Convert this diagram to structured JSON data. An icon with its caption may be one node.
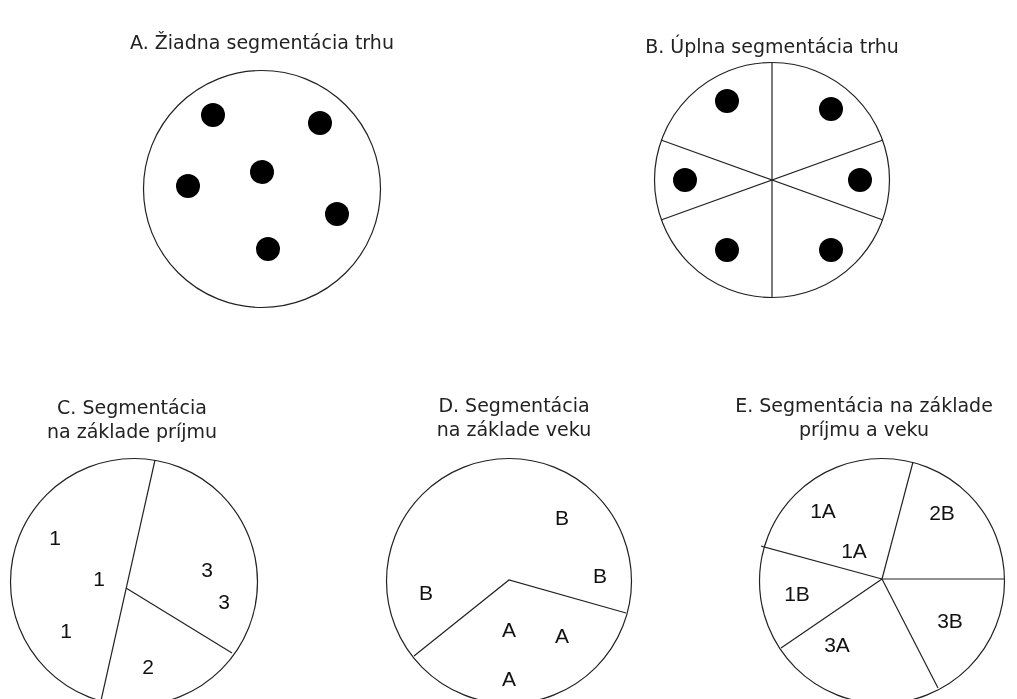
{
  "diagram": {
    "nodes": [
      {
        "text": [
          "A. Žiadna segmentácia trhu"
        ]
      },
      {
        "text": [
          "B. Úplna segmentácia trhu"
        ]
      },
      {
        "text": [
          "C. Segmentácia na základe príjmu"
        ]
      },
      {
        "text": [
          "D. Segmentácia na základe veku"
        ]
      },
      {
        "text": [
          "E. Segmentácia na základe príjmu a veku"
        ]
      }
    ],
    "edges": [],
    "labels": [
      "1",
      "1",
      "3",
      "3",
      "1",
      "2",
      "B",
      "B",
      "B",
      "A",
      "A",
      "A",
      "1A",
      "2B",
      "1A",
      "1B",
      "3B",
      "3A"
    ]
  }
}
